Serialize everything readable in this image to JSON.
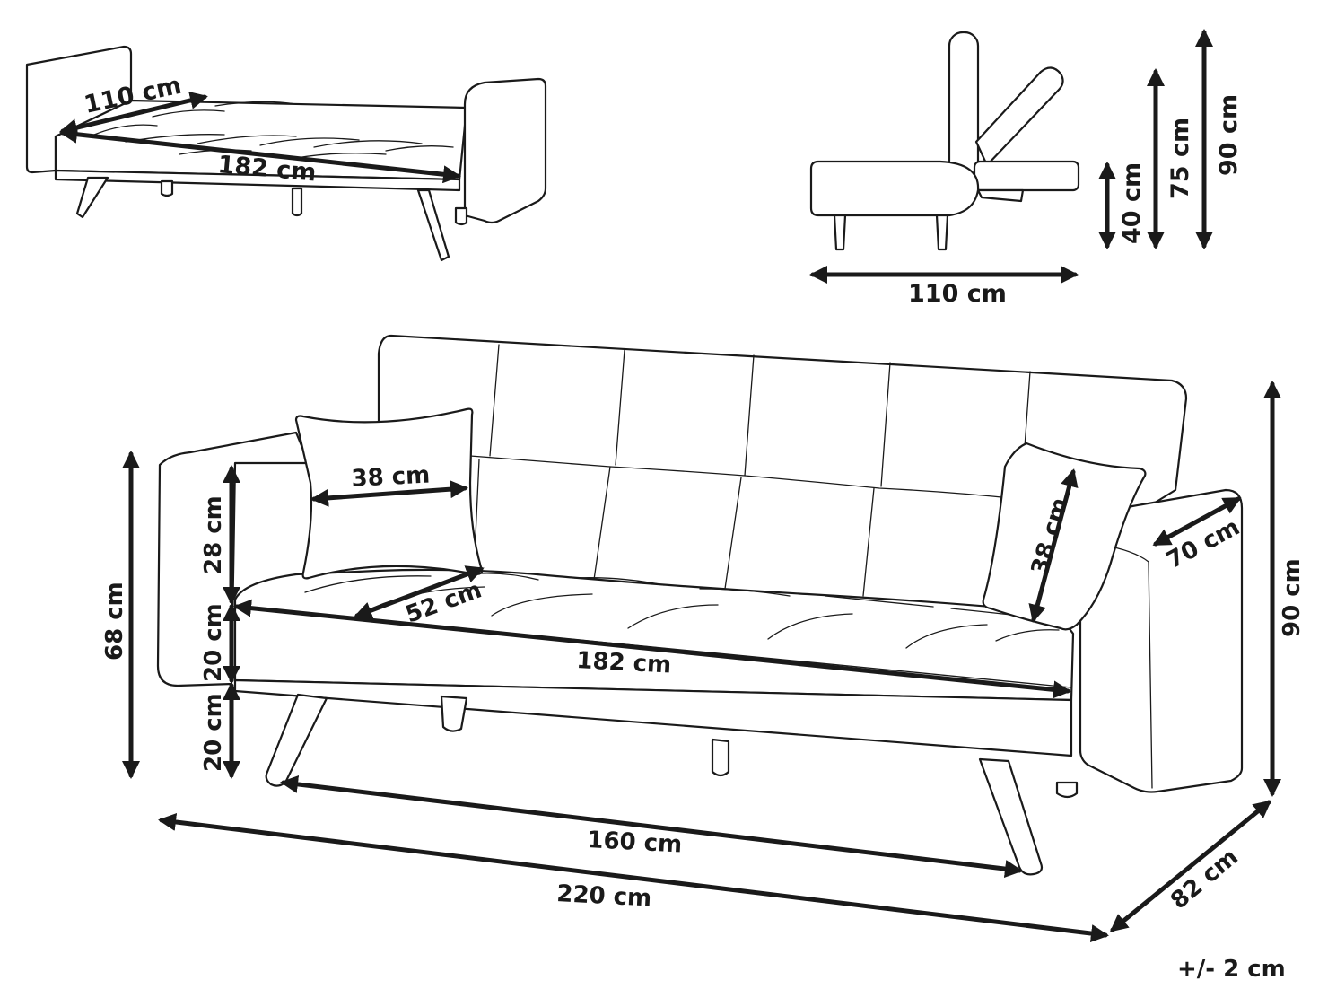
{
  "bed_view": {
    "depth_label": "110 cm",
    "length_label": "182 cm"
  },
  "side_view": {
    "depth_label": "110 cm",
    "seat_height_label": "40 cm",
    "recline_height_label": "75 cm",
    "total_height_label": "90 cm"
  },
  "main_view": {
    "cushion_width_label": "38 cm",
    "side_cushion_label": "38 cm",
    "back_height_label": "28 cm",
    "seat_thickness_label": "20 cm",
    "leg_height_label": "20 cm",
    "arm_height_label": "68 cm",
    "seat_depth_label": "52 cm",
    "seat_length_label": "182 cm",
    "arm_width_label": "70 cm",
    "total_height_label": "90 cm",
    "leg_span_label": "160 cm",
    "total_width_label": "220 cm",
    "total_depth_label": "82 cm"
  },
  "tolerance": "+/- 2 cm"
}
